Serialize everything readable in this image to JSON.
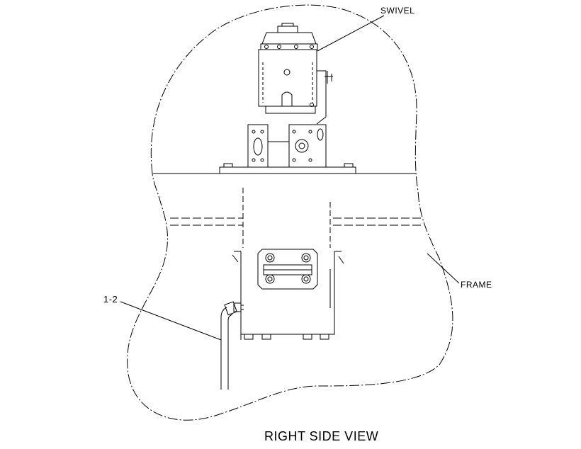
{
  "labels": {
    "swivel": "SWIVEL",
    "frame": "FRAME",
    "part_callout": "1-2",
    "view_title": "RIGHT SIDE VIEW"
  },
  "colors": {
    "line": "#000000",
    "background": "#ffffff"
  }
}
